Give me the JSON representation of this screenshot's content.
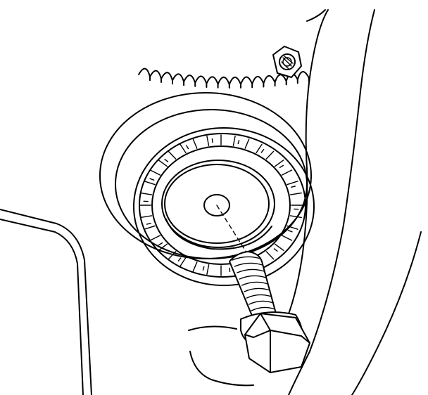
{
  "figure": {
    "subject": "idler-pulley-bolt-installation",
    "background_color": "#ffffff",
    "line_color": "#000000",
    "components": [
      "timing-gear",
      "stud-nut",
      "idler-pulley",
      "pulley-bearing",
      "pulley-hub",
      "bolt",
      "engine-cover"
    ]
  }
}
